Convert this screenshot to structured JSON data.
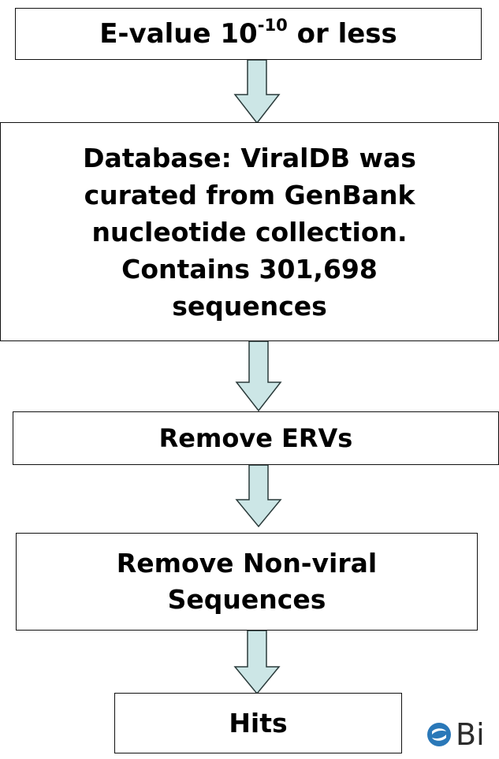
{
  "flowchart": {
    "step1": {
      "text_prefix": "E-value 10",
      "superscript": "-10",
      "text_suffix": " or less"
    },
    "step2": {
      "lines": [
        "Database: ViralDB was",
        "curated from GenBank",
        "nucleotide collection.",
        "Contains 301,698",
        "sequences"
      ]
    },
    "step3": {
      "label": "Remove ERVs"
    },
    "step4": {
      "lines": [
        "Remove Non-viral",
        "Sequences"
      ]
    },
    "step5": {
      "label": "Hits"
    }
  },
  "logo": {
    "text": "Bi"
  },
  "colors": {
    "arrow_fill": "#cce6e6",
    "arrow_stroke": "#2a3a3a",
    "border": "#111111",
    "logo_icon": "#2a78b8"
  }
}
